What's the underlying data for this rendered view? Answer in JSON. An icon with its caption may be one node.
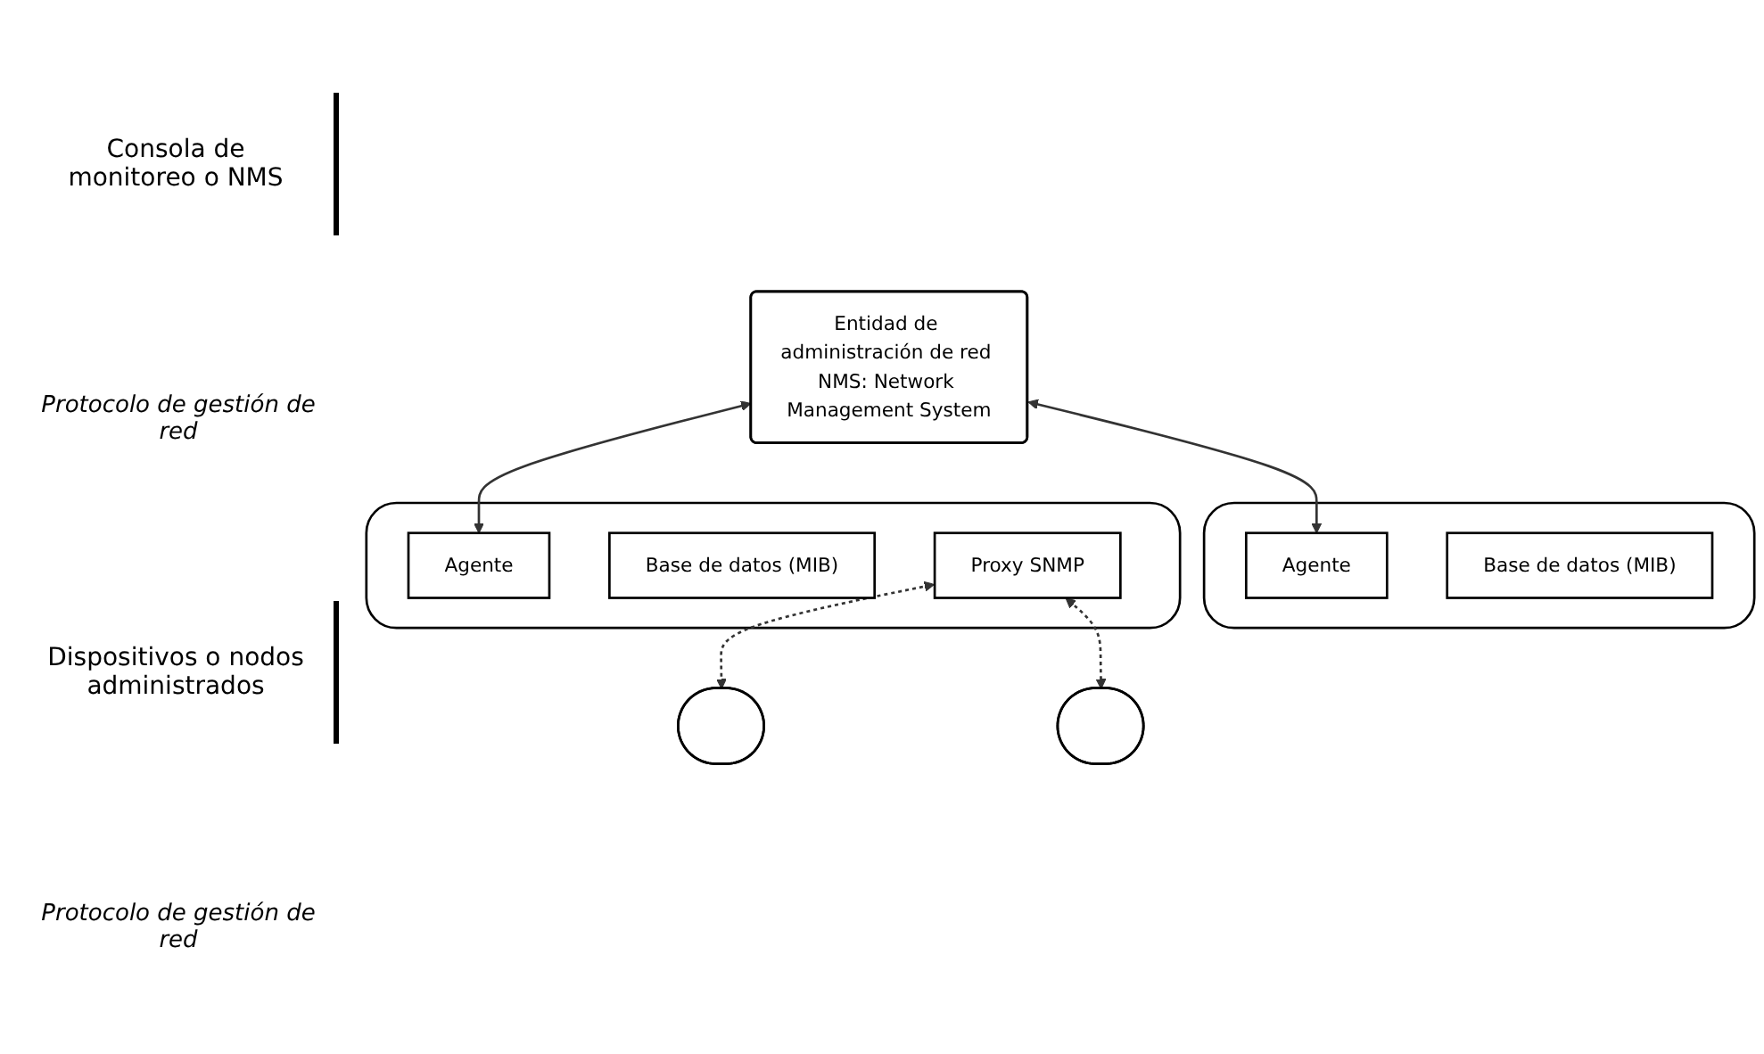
{
  "diagram": {
    "nodes": [
      {
        "text": [
          "Entidad de administración de red NMS: Network Management System"
        ]
      },
      {
        "text": [],
        "shape": "box"
      },
      {
        "text": [
          "Agente"
        ],
        "in": 1
      },
      {
        "text": [
          "Base de datos (MIB)"
        ],
        "in": 1
      },
      {
        "text": [],
        "shape": "box"
      },
      {
        "text": [
          "Agente"
        ],
        "in": 4
      },
      {
        "text": [
          "Base de datos (MIB)"
        ],
        "in": 4
      },
      {
        "text": [
          "Proxy SNMP"
        ],
        "in": 4
      },
      {
        "text": [],
        "shape": "box"
      },
      {
        "text": [],
        "shape": "box"
      }
    ],
    "edges": [
      {
        "from": 0,
        "to": 2,
        "arrow": "both"
      },
      {
        "from": 0,
        "to": 5,
        "arrow": "both"
      },
      {
        "from": 7,
        "to": 8,
        "arrow": "both",
        "style": "dashed"
      },
      {
        "from": 7,
        "to": 9,
        "arrow": "both",
        "style": "dashed"
      }
    ],
    "labels": [
      "Consola de monitoreo o NMS",
      "Protocolo de gestión de red",
      "Dispositivos o nodos administrados",
      "Protocolo de gestión de red"
    ]
  }
}
